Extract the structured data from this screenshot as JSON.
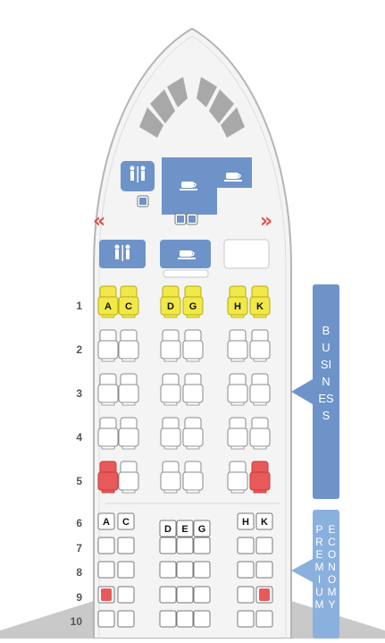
{
  "nav": {
    "prev_arrow": "«",
    "next_arrow": "»"
  },
  "business": {
    "label": "BUSINESS",
    "rows": [
      {
        "number": "1",
        "labels": [
          "A",
          "C",
          "D",
          "G",
          "H",
          "K"
        ],
        "states": [
          "selected",
          "selected",
          "selected",
          "selected",
          "selected",
          "selected"
        ]
      },
      {
        "number": "2",
        "labels": [
          "",
          "",
          "",
          "",
          "",
          ""
        ],
        "states": [
          "available",
          "available",
          "available",
          "available",
          "available",
          "available"
        ]
      },
      {
        "number": "3",
        "labels": [
          "",
          "",
          "",
          "",
          "",
          ""
        ],
        "states": [
          "available",
          "available",
          "available",
          "available",
          "available",
          "available"
        ]
      },
      {
        "number": "4",
        "labels": [
          "",
          "",
          "",
          "",
          "",
          ""
        ],
        "states": [
          "available",
          "available",
          "available",
          "available",
          "available",
          "available"
        ]
      },
      {
        "number": "5",
        "labels": [
          "",
          "",
          "",
          "",
          "",
          ""
        ],
        "states": [
          "occupied",
          "available",
          "available",
          "available",
          "available",
          "occupied"
        ]
      }
    ]
  },
  "premium": {
    "label_col1": [
      "P",
      "R",
      "E",
      "M",
      "I",
      "U",
      "M"
    ],
    "label_col2": [
      "E",
      "C",
      "O",
      "N",
      "O",
      "M",
      "Y"
    ],
    "header_row": {
      "number": "6",
      "left": [
        "A",
        "C"
      ],
      "center": [
        "D",
        "E",
        "G"
      ],
      "right": [
        "H",
        "K"
      ]
    },
    "rows": [
      {
        "number": "7",
        "states": [
          "available",
          "available",
          "available",
          "available",
          "available",
          "available",
          "available"
        ]
      },
      {
        "number": "8",
        "states": [
          "available",
          "available",
          "available",
          "available",
          "available",
          "available",
          "available"
        ]
      },
      {
        "number": "9",
        "states": [
          "occupied",
          "available",
          "available",
          "available",
          "available",
          "available",
          "occupied"
        ]
      },
      {
        "number": "10",
        "states": [
          "available",
          "available",
          "available",
          "available",
          "available",
          "available",
          "available"
        ]
      }
    ]
  },
  "colors": {
    "panel": "#6e93c9",
    "fuselage_stroke": "#b5b5b5",
    "seat_selected": "#f1e84a",
    "seat_occupied": "#e85a5a",
    "seat_available": "#ffffff",
    "wing": "#bdbdbd",
    "arrow": "#d9534f"
  }
}
